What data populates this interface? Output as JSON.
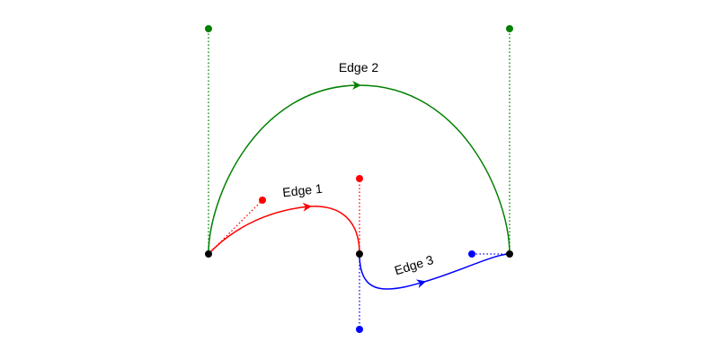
{
  "diagram": {
    "edges": [
      {
        "id": "edge-1",
        "label": "Edge 1",
        "color": "#ff0000"
      },
      {
        "id": "edge-2",
        "label": "Edge 2",
        "color": "#008000"
      },
      {
        "id": "edge-3",
        "label": "Edge 3",
        "color": "#0000ff"
      }
    ],
    "node_color": "#000000"
  }
}
